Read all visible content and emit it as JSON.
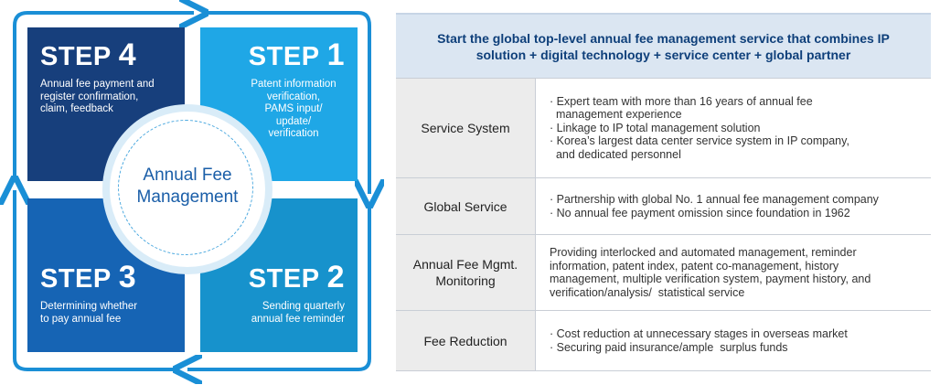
{
  "cycle": {
    "center_title": [
      "Annual Fee",
      "Management"
    ],
    "steps": [
      {
        "label": "STEP",
        "number": "4",
        "desc": [
          "Annual fee payment and",
          "register confirmation,",
          "claim, feedback"
        ]
      },
      {
        "label": "STEP",
        "number": "1",
        "desc": [
          "Patent information",
          "verification,",
          "PAMS input/",
          "update/",
          "verification"
        ]
      },
      {
        "label": "STEP",
        "number": "3",
        "desc": [
          "Determining whether",
          "to pay annual fee"
        ]
      },
      {
        "label": "STEP",
        "number": "2",
        "desc": [
          "Sending quarterly",
          "annual fee reminder"
        ]
      }
    ],
    "colors": {
      "step4": "#173f7c",
      "step1": "#1fa7e6",
      "step3": "#1664b4",
      "step2": "#1792cc",
      "arrow": "#1a8fd6"
    }
  },
  "table": {
    "header": "Start the global top-level annual fee management service that combines IP solution + digital technology + service center + global partner",
    "rows": [
      {
        "label": "Service System",
        "lines": [
          "· Expert team with more than 16 years of annual fee",
          "  management experience",
          "· Linkage to IP total management solution",
          "· Korea’s largest data center service system in IP company,",
          "  and dedicated personnel"
        ]
      },
      {
        "label": "Global Service",
        "lines": [
          "· Partnership with global No. 1 annual fee management company",
          "· No annual fee payment omission since foundation in 1962"
        ]
      },
      {
        "label": "Annual Fee Mgmt. Monitoring",
        "lines": [
          "Providing interlocked and automated management, reminder",
          "information, patent index, patent co-management, history",
          "management, multiple verification system, payment history, and",
          "verification/analysis/  statistical service"
        ]
      },
      {
        "label": "Fee Reduction",
        "lines": [
          "· Cost reduction at unnecessary stages in overseas market",
          "· Securing paid insurance/ample  surplus funds"
        ]
      }
    ]
  }
}
